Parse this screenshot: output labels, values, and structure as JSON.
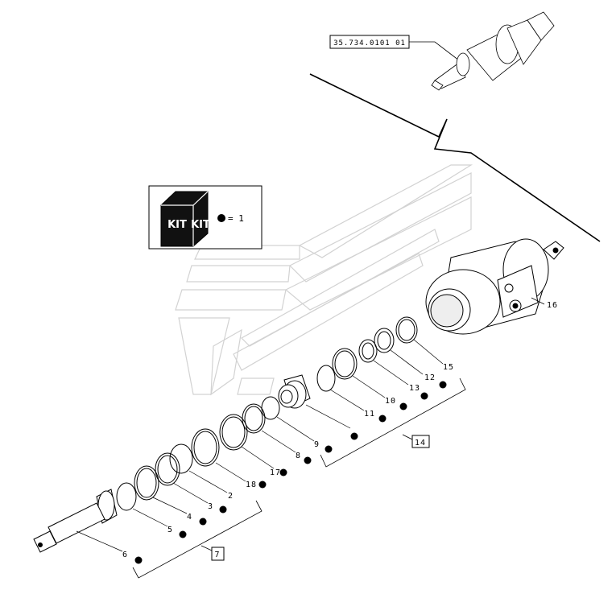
{
  "reference_code": "35.734.0101 01",
  "kit_legend": {
    "kit_text": "KIT",
    "equation": "= 1"
  },
  "group_boxes": {
    "group_a": "7",
    "group_b": "14"
  },
  "part_labels": {
    "p2": "2",
    "p3": "3",
    "p4": "4",
    "p5": "5",
    "p6": "6",
    "p8": "8",
    "p9": "9",
    "p10": "10",
    "p11": "11",
    "p12": "12",
    "p13": "13",
    "p15": "15",
    "p16": "16",
    "p17": "17",
    "p18": "18"
  },
  "colors": {
    "line": "#000000",
    "watermark": "#d6d6d6",
    "paper": "#ffffff"
  }
}
